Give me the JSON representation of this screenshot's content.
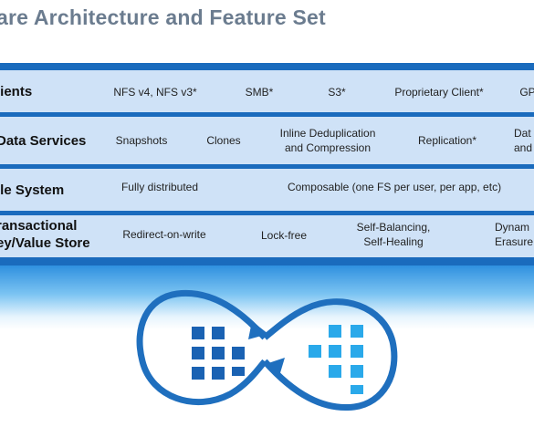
{
  "page": {
    "title": "are Architecture and Feature Set"
  },
  "layers": [
    {
      "label": "lients",
      "items": [
        "NFS v4, NFS v3*",
        "SMB*",
        "S3*",
        "Proprietary Client*",
        "GP"
      ]
    },
    {
      "label": "Data Services",
      "items": [
        "Snapshots",
        "Clones",
        "Inline Deduplication\nand Compression",
        "Replication*",
        "Dat\nand"
      ]
    },
    {
      "label": "ile System",
      "items": [
        "Fully distributed",
        "Composable (one FS per user, per app, etc)"
      ]
    },
    {
      "label": "ransactional\ney/Value Store",
      "items": [
        "Redirect-on-write",
        "Lock-free",
        "Self-Balancing,\nSelf-Healing",
        "Dynam\nErasure"
      ]
    }
  ],
  "colors": {
    "title": "#6b7c8f",
    "stack_bg": "#1a6bbd",
    "row_bg": "#cfe2f7",
    "logo_ring": "#1f6fbe",
    "logo_left": "#1a62b3",
    "logo_right": "#2aa9ea"
  },
  "icons": [
    "infinity-logo",
    "arrow-right-icon",
    "arrow-left-icon"
  ]
}
